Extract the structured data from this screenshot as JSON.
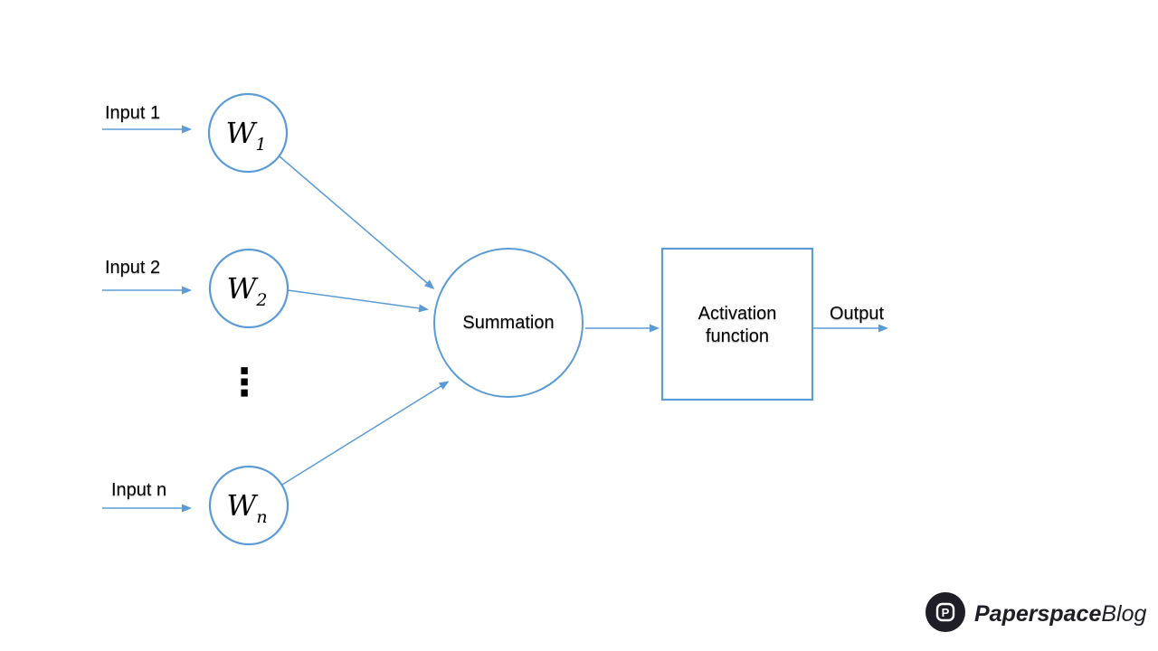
{
  "colors": {
    "line": "#5B9BD5",
    "text": "#000000",
    "logo": "#1F1E26",
    "background": "#FFFFFF"
  },
  "diagram": {
    "inputs": [
      {
        "label": "Input 1"
      },
      {
        "label": "Input 2"
      },
      {
        "label": "Input n"
      }
    ],
    "weights": [
      {
        "base": "W",
        "sub": "1"
      },
      {
        "base": "W",
        "sub": "2"
      },
      {
        "base": "W",
        "sub": "n"
      }
    ],
    "ellipsis_symbol": "⋮",
    "summation": {
      "label": "Summation"
    },
    "activation": {
      "line1": "Activation",
      "line2": "function"
    },
    "output": {
      "label": "Output"
    }
  },
  "branding": {
    "icon_letter": "P",
    "name_primary": "Paperspace",
    "name_secondary": "Blog"
  }
}
